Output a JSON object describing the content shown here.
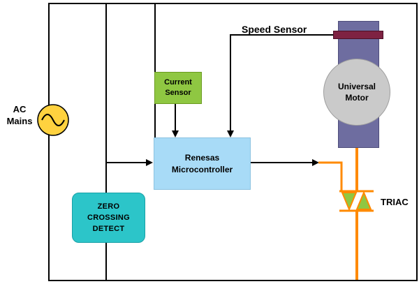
{
  "diagram": {
    "title_note": "",
    "ac_mains": {
      "label": "AC\nMains"
    },
    "speed_sensor": {
      "label": "Speed Sensor"
    },
    "current_sensor": {
      "label": "Current\nSensor"
    },
    "microcontroller": {
      "label": "Renesas\nMicrocontroller"
    },
    "zero_crossing": {
      "label": "ZERO\nCROSSING\nDETECT"
    },
    "motor": {
      "label": "Universal\nMotor"
    },
    "triac": {
      "label": "TRIAC"
    },
    "colors": {
      "wire": "#000000",
      "ac_source_fill": "#FFD23F",
      "current_sensor_fill": "#8FC742",
      "microcontroller_fill": "#A8DBF7",
      "zero_crossing_fill": "#2CC5C9",
      "motor_body_fill": "#6E6DA0",
      "motor_circle_fill": "#CACACA",
      "sensor_bar_fill": "#7E2242",
      "triac_wire": "#FF8A00",
      "triac_fill": "#8FC742"
    }
  }
}
